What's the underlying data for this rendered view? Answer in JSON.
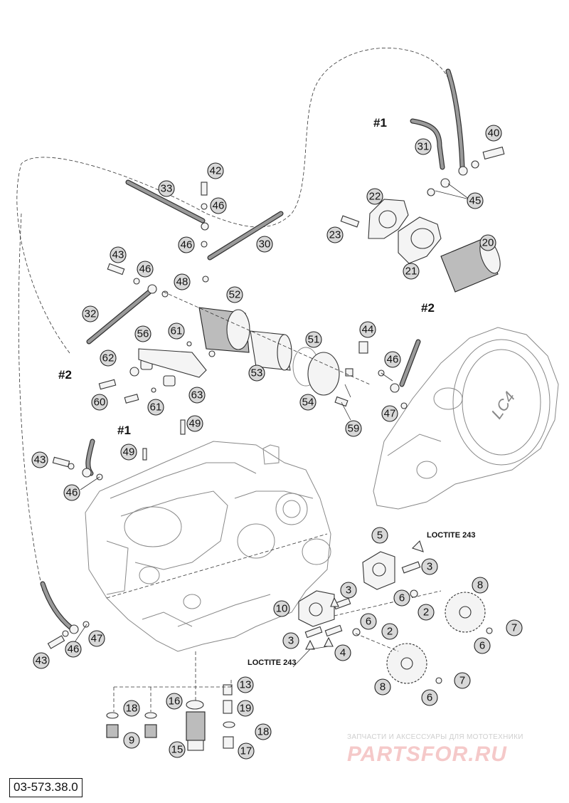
{
  "diagram": {
    "drawing_code": "03-573.38.0",
    "references": {
      "ref1": "#1",
      "ref2": "#2"
    },
    "loctite_label": "LOCTITE 243",
    "cover_marking": "LC4",
    "watermark": {
      "line1": "ЗАПЧАСТИ И АКСЕССУАРЫ ДЛЯ МОТОТЕХНИКИ",
      "logo": "PARTSFOR.RU"
    },
    "callouts": {
      "n2": "2",
      "n3": "3",
      "n4": "4",
      "n5": "5",
      "n6": "6",
      "n7": "7",
      "n8": "8",
      "n9": "9",
      "n10": "10",
      "n13": "13",
      "n15": "15",
      "n16": "16",
      "n17": "17",
      "n18": "18",
      "n19": "19",
      "n20": "20",
      "n21": "21",
      "n22": "22",
      "n23": "23",
      "n30": "30",
      "n31": "31",
      "n32": "32",
      "n33": "33",
      "n40": "40",
      "n42": "42",
      "n43": "43",
      "n44": "44",
      "n45": "45",
      "n46": "46",
      "n47": "47",
      "n48": "48",
      "n49": "49",
      "n51": "51",
      "n52": "52",
      "n53": "53",
      "n54": "54",
      "n56": "56",
      "n59": "59",
      "n60": "60",
      "n61": "61",
      "n62": "62",
      "n63": "63"
    }
  }
}
